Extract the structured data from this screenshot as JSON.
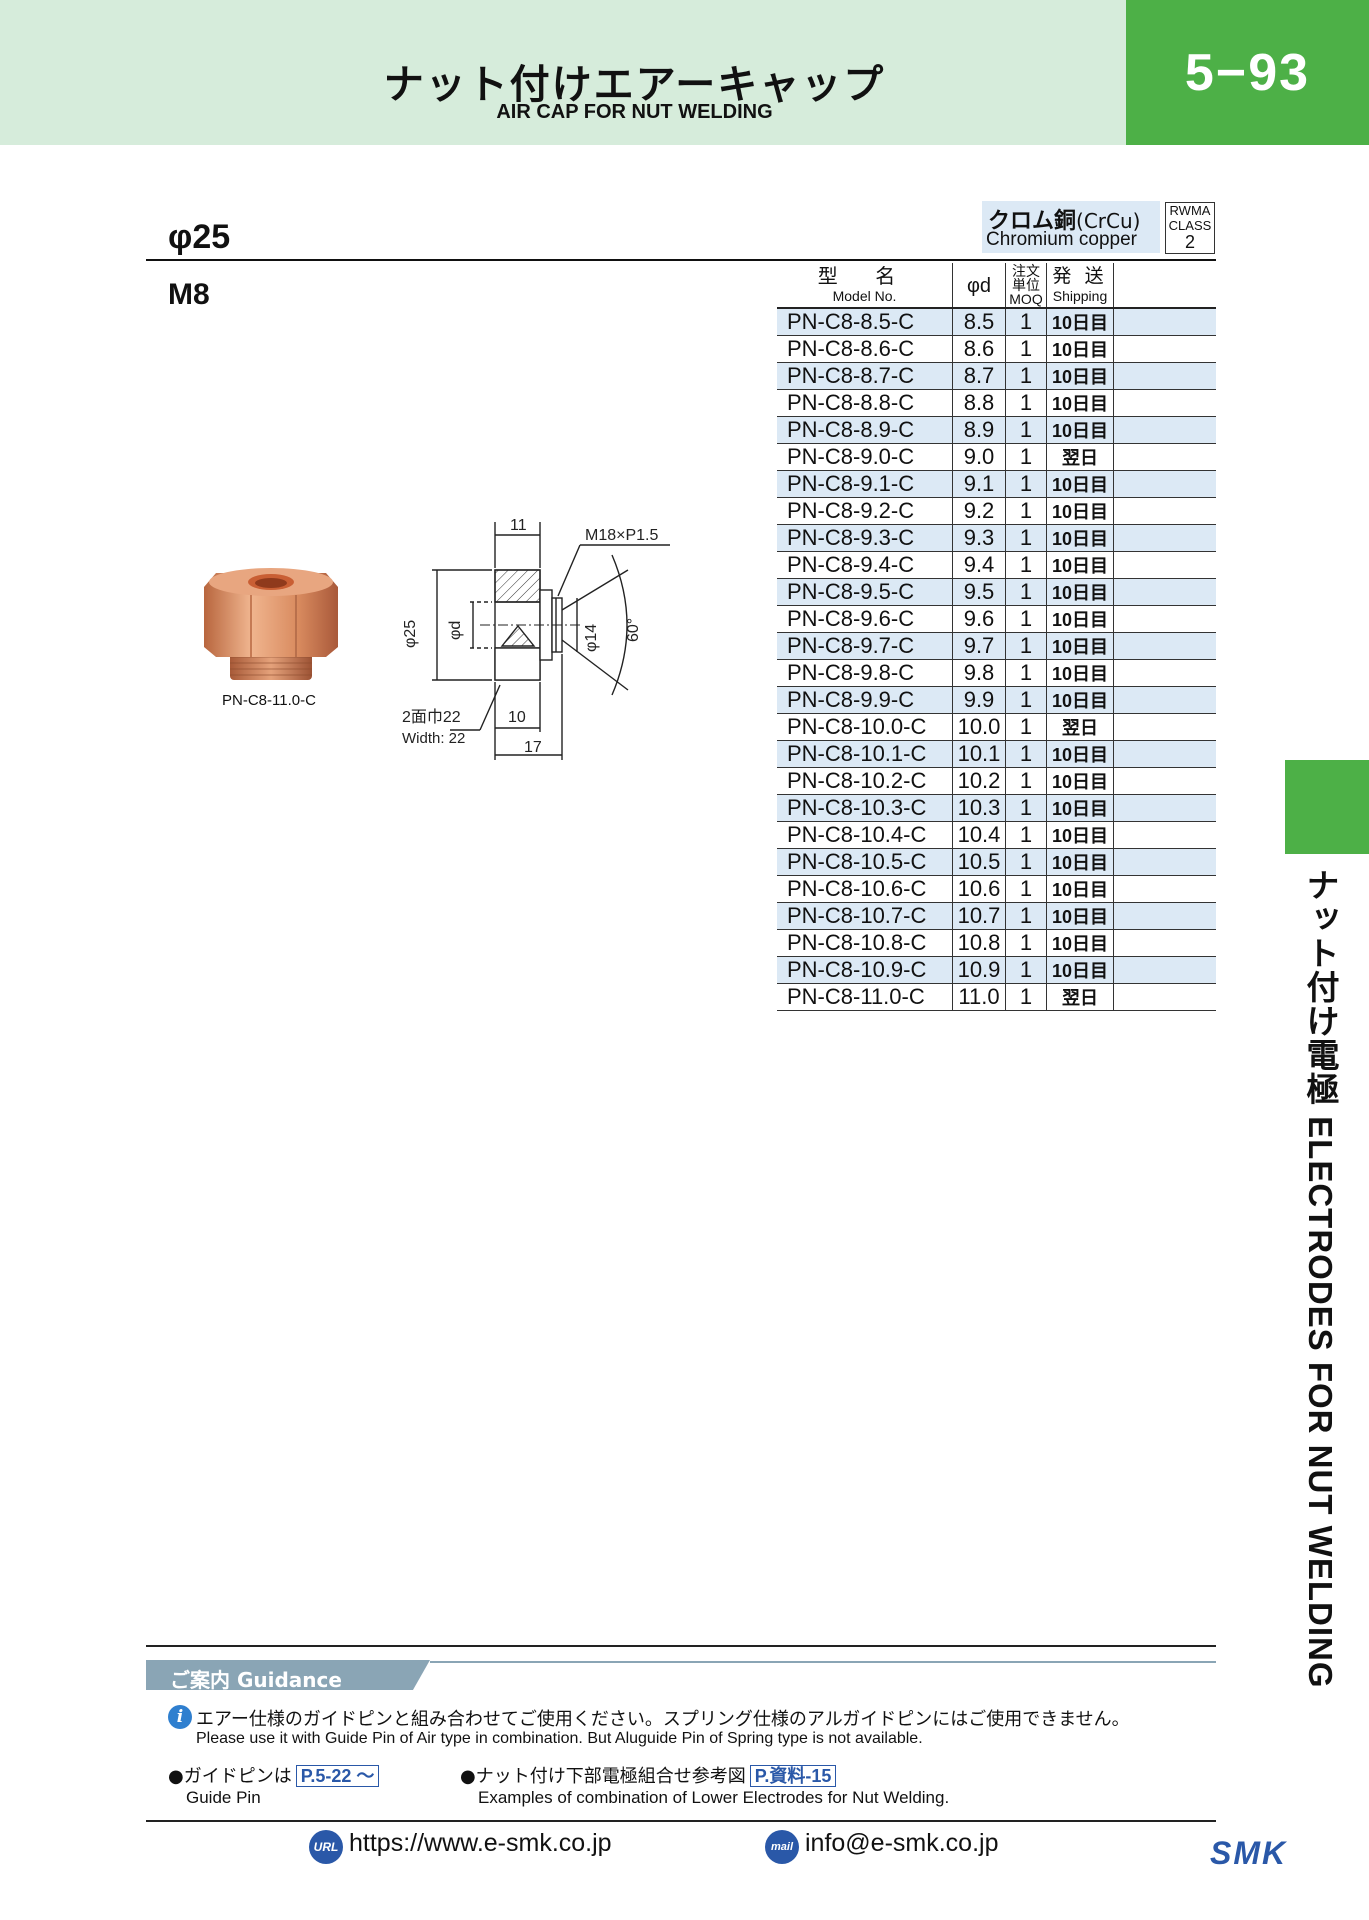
{
  "header": {
    "title_ja": "ナット付けエアーキャップ",
    "title_en": "AIR CAP FOR NUT WELDING",
    "page_number": "5−93"
  },
  "side_tab": {
    "label": "ナット付け電極 ELECTRODES FOR NUT WELDING"
  },
  "section": {
    "diameter": "φ25",
    "thread": "M8"
  },
  "material": {
    "name_ja": "クロム銅",
    "formula": "(CrCu)",
    "name_en": "Chromium copper",
    "class_line1": "RWMA",
    "class_line2": "CLASS",
    "class_value": "2"
  },
  "table": {
    "headers": {
      "model_ja": "型 名",
      "model_en": "Model No.",
      "phid": "φd",
      "moq_ja1": "注文",
      "moq_ja2": "単位",
      "moq_en": "MOQ",
      "ship_ja": "発 送",
      "ship_en": "Shipping"
    },
    "rows": [
      {
        "model": "PN-C8-8.5-C",
        "d": "8.5",
        "moq": "1",
        "ship": "10日目"
      },
      {
        "model": "PN-C8-8.6-C",
        "d": "8.6",
        "moq": "1",
        "ship": "10日目"
      },
      {
        "model": "PN-C8-8.7-C",
        "d": "8.7",
        "moq": "1",
        "ship": "10日目"
      },
      {
        "model": "PN-C8-8.8-C",
        "d": "8.8",
        "moq": "1",
        "ship": "10日目"
      },
      {
        "model": "PN-C8-8.9-C",
        "d": "8.9",
        "moq": "1",
        "ship": "10日目"
      },
      {
        "model": "PN-C8-9.0-C",
        "d": "9.0",
        "moq": "1",
        "ship": "翌日"
      },
      {
        "model": "PN-C8-9.1-C",
        "d": "9.1",
        "moq": "1",
        "ship": "10日目"
      },
      {
        "model": "PN-C8-9.2-C",
        "d": "9.2",
        "moq": "1",
        "ship": "10日目"
      },
      {
        "model": "PN-C8-9.3-C",
        "d": "9.3",
        "moq": "1",
        "ship": "10日目"
      },
      {
        "model": "PN-C8-9.4-C",
        "d": "9.4",
        "moq": "1",
        "ship": "10日目"
      },
      {
        "model": "PN-C8-9.5-C",
        "d": "9.5",
        "moq": "1",
        "ship": "10日目"
      },
      {
        "model": "PN-C8-9.6-C",
        "d": "9.6",
        "moq": "1",
        "ship": "10日目"
      },
      {
        "model": "PN-C8-9.7-C",
        "d": "9.7",
        "moq": "1",
        "ship": "10日目"
      },
      {
        "model": "PN-C8-9.8-C",
        "d": "9.8",
        "moq": "1",
        "ship": "10日目"
      },
      {
        "model": "PN-C8-9.9-C",
        "d": "9.9",
        "moq": "1",
        "ship": "10日目"
      },
      {
        "model": "PN-C8-10.0-C",
        "d": "10.0",
        "moq": "1",
        "ship": "翌日"
      },
      {
        "model": "PN-C8-10.1-C",
        "d": "10.1",
        "moq": "1",
        "ship": "10日目"
      },
      {
        "model": "PN-C8-10.2-C",
        "d": "10.2",
        "moq": "1",
        "ship": "10日目"
      },
      {
        "model": "PN-C8-10.3-C",
        "d": "10.3",
        "moq": "1",
        "ship": "10日目"
      },
      {
        "model": "PN-C8-10.4-C",
        "d": "10.4",
        "moq": "1",
        "ship": "10日目"
      },
      {
        "model": "PN-C8-10.5-C",
        "d": "10.5",
        "moq": "1",
        "ship": "10日目"
      },
      {
        "model": "PN-C8-10.6-C",
        "d": "10.6",
        "moq": "1",
        "ship": "10日目"
      },
      {
        "model": "PN-C8-10.7-C",
        "d": "10.7",
        "moq": "1",
        "ship": "10日目"
      },
      {
        "model": "PN-C8-10.8-C",
        "d": "10.8",
        "moq": "1",
        "ship": "10日目"
      },
      {
        "model": "PN-C8-10.9-C",
        "d": "10.9",
        "moq": "1",
        "ship": "10日目"
      },
      {
        "model": "PN-C8-11.0-C",
        "d": "11.0",
        "moq": "1",
        "ship": "翌日"
      }
    ]
  },
  "photo": {
    "caption": "PN-C8-11.0-C",
    "color": "#d98b5f"
  },
  "drawing": {
    "dim_top": "11",
    "thread": "M18×P1.5",
    "phi25": "φ25",
    "phid": "φd",
    "phi14": "φ14",
    "angle": "60°",
    "width_ja": "2面巾22",
    "width_en": "Width: 22",
    "dim_10": "10",
    "dim_17": "17"
  },
  "guidance": {
    "tag": "ご案内 Guidance",
    "note_ja": "エアー仕様のガイドピンと組み合わせてご使用ください。スプリング仕様のアルガイドピンにはご使用できません。",
    "note_en": "Please use it with Guide Pin of Air type in combination. But Aluguide Pin of Spring type is not available.",
    "guide_pin_ja": "●ガイドピンは",
    "guide_pin_ref": "P.5-22 〜",
    "guide_pin_en": "Guide Pin",
    "example_ja": "●ナット付け下部電極組合せ参考図",
    "example_ref": "P.資料-15",
    "example_en": "Examples of combination of Lower Electrodes for Nut Welding."
  },
  "footer": {
    "url": "https://www.e-smk.co.jp",
    "email": "info@e-smk.co.jp",
    "logo": "SMK",
    "url_icon": "URL",
    "mail_icon": "mail"
  },
  "colors": {
    "green": "#4db047",
    "light_green": "#d6ecdb",
    "row_blue": "#dce9f5",
    "link_blue": "#2a58a8"
  }
}
